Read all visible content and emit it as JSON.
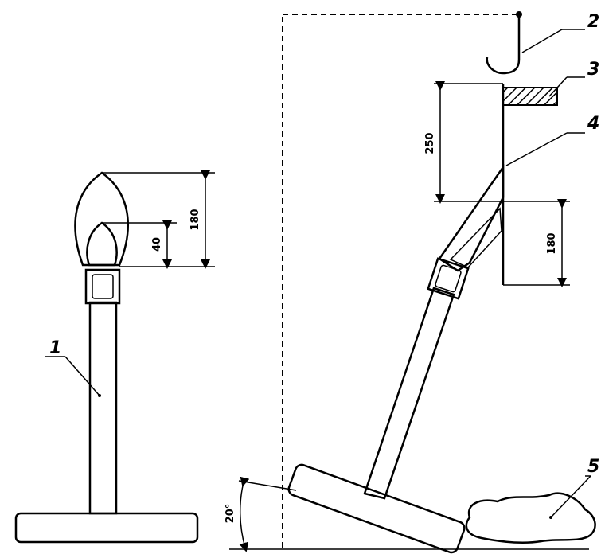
{
  "callouts": {
    "c1": "1",
    "c2": "2",
    "c3": "3",
    "c4": "4",
    "c5": "5"
  },
  "dimensions": {
    "left_flame_total": "180",
    "left_flame_inner": "40",
    "right_top": "250",
    "right_bottom": "180",
    "angle": "20°"
  }
}
